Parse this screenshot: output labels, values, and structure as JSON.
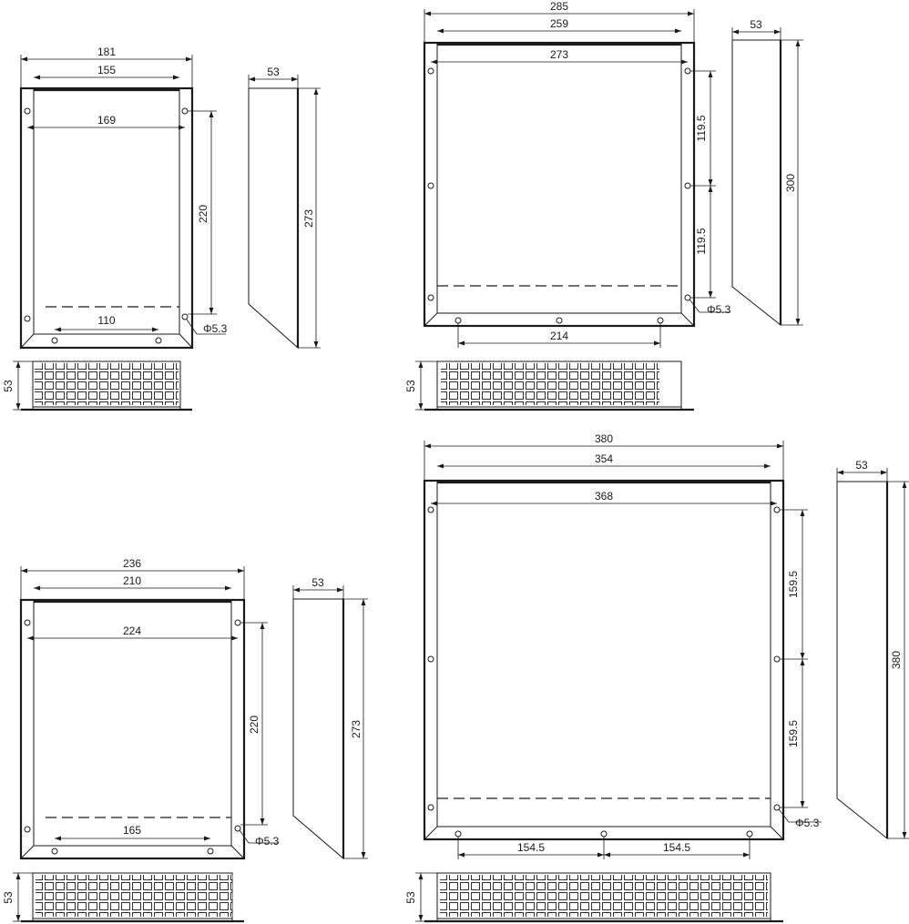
{
  "units": {
    "unit_1": {
      "width": "181",
      "inner_width": "155",
      "hole_spacing": "169",
      "side_depth": "53",
      "side_height": "273",
      "vertical_hole_spacing": "220",
      "bottom_hole_spacing": "110",
      "hole_diameter": "Φ5.3",
      "front_height": "53"
    },
    "unit_2": {
      "width": "285",
      "inner_width": "259",
      "hole_spacing": "273",
      "side_depth": "53",
      "side_height": "300",
      "vertical_hole_spacing_top": "119.5",
      "vertical_hole_spacing_bottom": "119.5",
      "bottom_hole_spacing": "214",
      "hole_diameter": "Φ5.3",
      "front_height": "53"
    },
    "unit_3": {
      "width": "236",
      "inner_width": "210",
      "hole_spacing": "224",
      "side_depth": "53",
      "side_height": "273",
      "vertical_hole_spacing": "220",
      "bottom_hole_spacing": "165",
      "hole_diameter": "Φ5.3",
      "front_height": "53"
    },
    "unit_4": {
      "width": "380",
      "inner_width": "354",
      "hole_spacing": "368",
      "side_depth": "53",
      "side_height": "380",
      "vertical_hole_spacing_top": "159.5",
      "vertical_hole_spacing_bottom": "159.5",
      "bottom_hole_spacing_left": "154.5",
      "bottom_hole_spacing_right": "154.5",
      "hole_diameter": "Φ5.3",
      "front_height": "53"
    }
  }
}
